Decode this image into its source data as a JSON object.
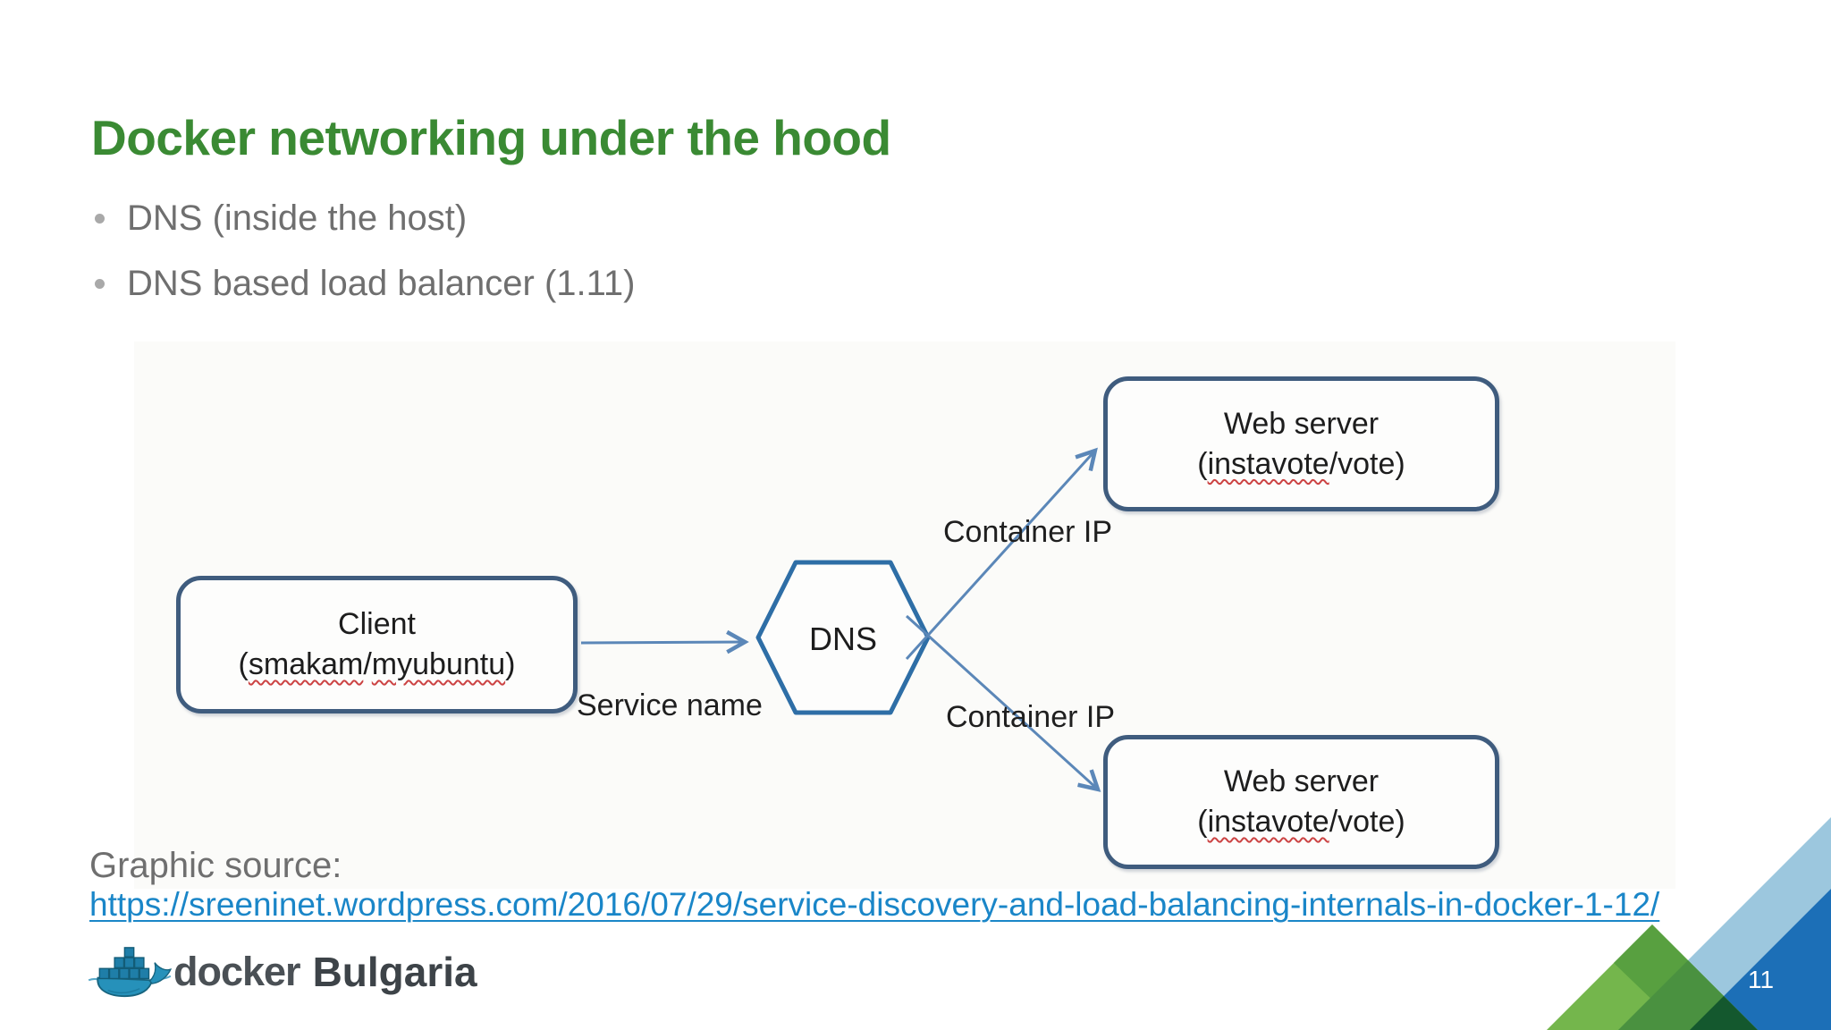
{
  "slide": {
    "title": "Docker networking under the hood",
    "bullets": [
      "DNS (inside the host)",
      "DNS based load balancer (1.11)"
    ],
    "source_label": "Graphic source:",
    "source_url": "https://sreeninet.wordpress.com/2016/07/29/service-discovery-and-load-balancing-internals-in-docker-1-12/",
    "page_number": "11",
    "logo": {
      "brand": "docker",
      "region": "Bulgaria",
      "icon": "docker-whale-icon"
    }
  },
  "diagram": {
    "client": {
      "title": "Client",
      "paren_open": "(",
      "name1": "smakam",
      "separator": "/",
      "name2": "myubuntu",
      "paren_close": ")"
    },
    "dns_label": "DNS",
    "web_server_top": {
      "title": "Web server",
      "paren_open": "(",
      "image": "instavote",
      "suffix": "/vote)"
    },
    "web_server_bottom": {
      "title": "Web server",
      "paren_open": "(",
      "image": "instavote",
      "suffix": "/vote)"
    },
    "edge_labels": {
      "service_name": "Service name",
      "container_ip_top": "Container IP",
      "container_ip_bottom": "Container IP"
    }
  },
  "colors": {
    "title_green": "#3a8a33",
    "body_gray": "#6f6f6f",
    "link_blue": "#1a86c8",
    "box_border_navy": "#3f5c7e",
    "hexagon_border_blue": "#2e6ea6",
    "arrow_blue": "#5b87b8",
    "squiggle_red": "#cc4343",
    "corner_light_blue": "#9cc7de",
    "corner_dark_blue": "#1c6fb7",
    "corner_light_green": "#74b64c",
    "corner_mid_green": "#58a040",
    "corner_band_green": "#4a9140",
    "corner_dark_green": "#14582e",
    "logo_teal": "#2691ba"
  }
}
